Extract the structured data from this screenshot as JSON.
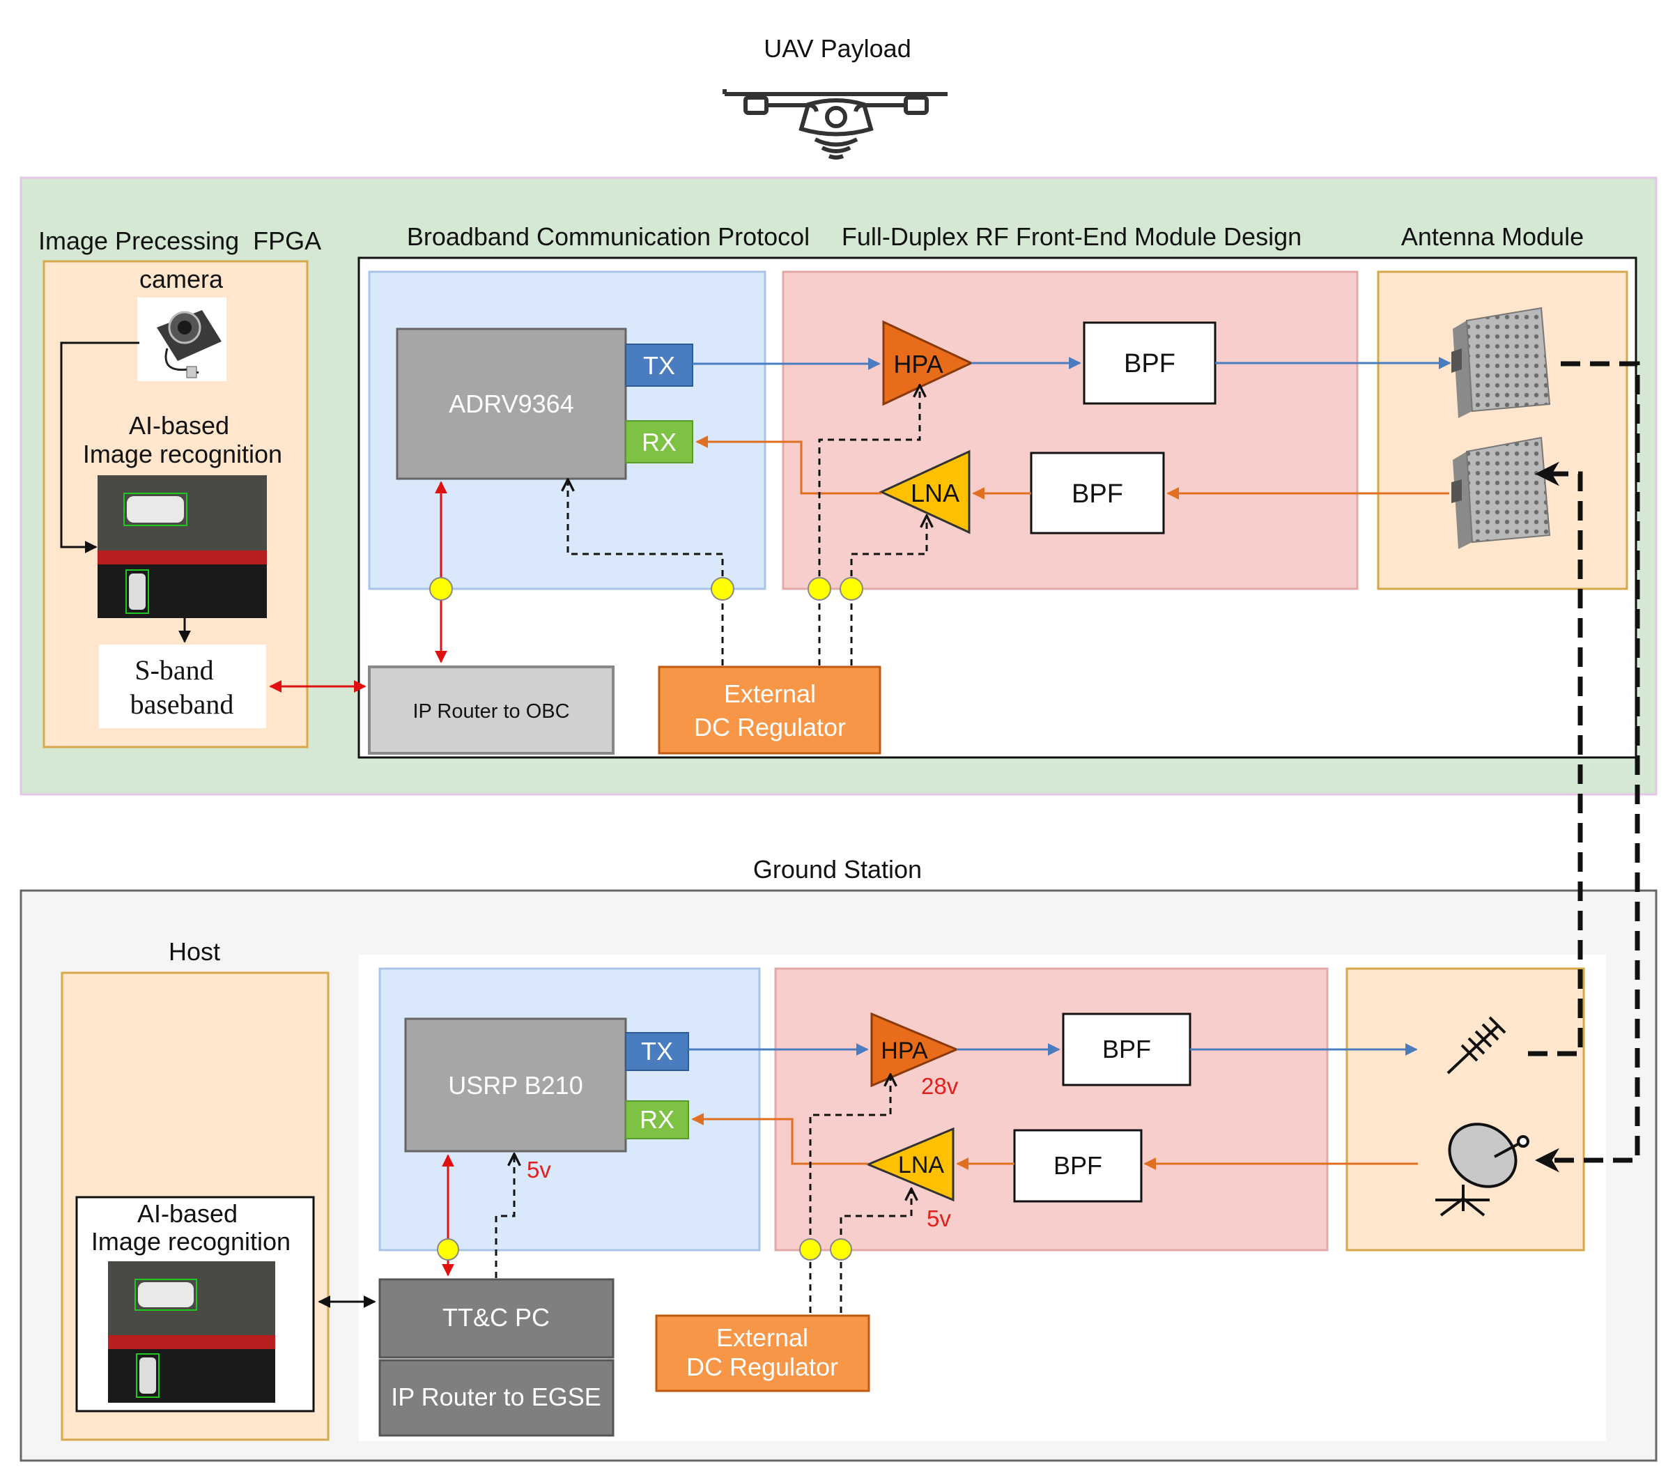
{
  "uav": {
    "title": "UAV Payload",
    "fpga_title": "Image Precessing  FPGA",
    "camera_label": "camera",
    "ai_label_1": "AI-based",
    "ai_label_2": "Image recognition",
    "baseband_label_1": "S-band",
    "baseband_label_2": "baseband",
    "protocol_title": "Broadband Communication Protocol",
    "rf_title": "Full-Duplex RF Front-End Module Design",
    "antenna_title": "Antenna Module",
    "transceiver": "ADRV9364",
    "tx": "TX",
    "rx": "RX",
    "hpa": "HPA",
    "lna": "LNA",
    "bpf_tx": "BPF",
    "bpf_rx": "BPF",
    "router": "IP Router to OBC",
    "dc_reg_1": "External",
    "dc_reg_2": "DC Regulator"
  },
  "ground": {
    "title": "Ground Station",
    "host_title": "Host",
    "ai_label_1": "AI-based",
    "ai_label_2": "Image recognition",
    "transceiver": "USRP B210",
    "tx": "TX",
    "rx": "RX",
    "hpa": "HPA",
    "lna": "LNA",
    "bpf_tx": "BPF",
    "bpf_rx": "BPF",
    "pc": "TT&C PC",
    "router": "IP Router to EGSE",
    "dc_reg_1": "External",
    "dc_reg_2": "DC Regulator",
    "v_hpa": "28v",
    "v_lna": "5v",
    "v_usrp": "5v"
  },
  "colors": {
    "uav_bg": "#d5e8d4",
    "ground_bg": "#f5f5f5",
    "peach": "#ffe6cc",
    "blue_panel": "#dae8fc",
    "pink_panel": "#f8cecc",
    "tx_blue": "#4a7dbf",
    "rx_green": "#7dc242",
    "hpa_orange": "#e86c1a",
    "lna_yellow": "#ffc000",
    "dc_orange": "#f79646",
    "red_arrow": "#e01010",
    "orange_line": "#e07020"
  }
}
